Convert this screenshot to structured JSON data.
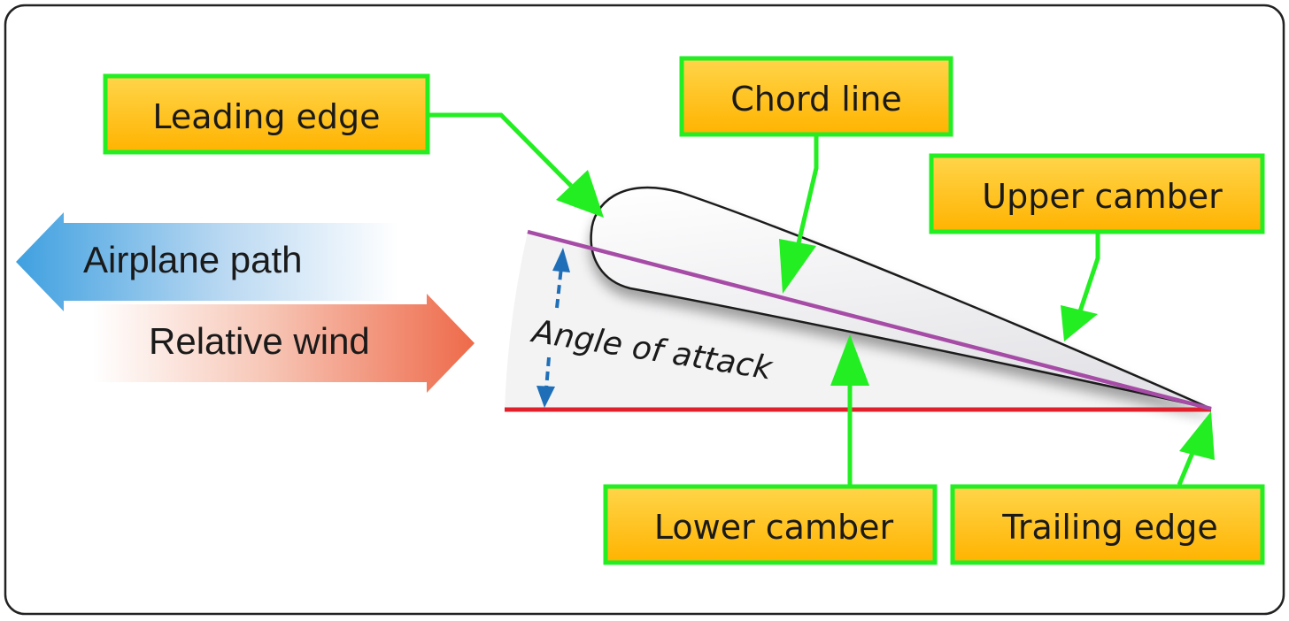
{
  "diagram": {
    "labels": {
      "leading_edge": "Leading edge",
      "chord_line": "Chord line",
      "upper_camber": "Upper camber",
      "lower_camber": "Lower camber",
      "trailing_edge": "Trailing edge"
    },
    "airplane_path": "Airplane path",
    "relative_wind": "Relative wind",
    "angle_of_attack": "Angle of attack",
    "colors": {
      "label_fill": "#FFC107",
      "label_border": "#22EE22",
      "leader": "#22EE22",
      "chord_line": "#A64CA6",
      "relative_wind_line": "#E0202A",
      "airplane_path_arrow": "#3FA0E0",
      "relative_wind_arrow": "#EE6A4A",
      "aoa_arrow": "#1E6FB8"
    }
  }
}
